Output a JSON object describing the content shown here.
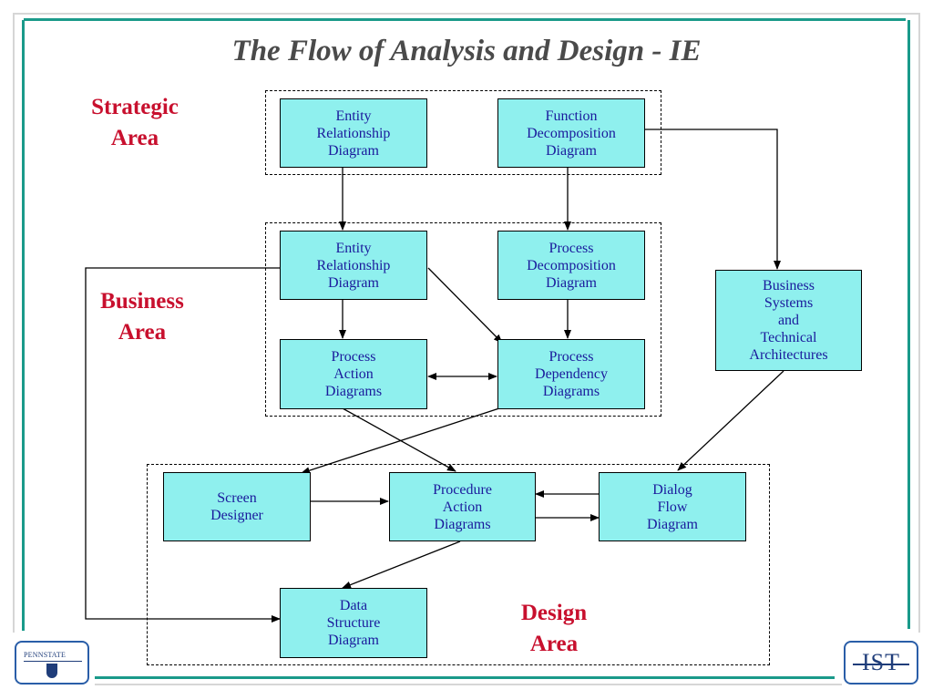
{
  "title": "The Flow of Analysis and Design - IE",
  "areas": {
    "strategic": [
      "Strategic",
      "Area"
    ],
    "business": [
      "Business",
      "Area"
    ],
    "design": [
      "Design",
      "Area"
    ]
  },
  "boxes": {
    "erd_strategic": [
      "Entity",
      "Relationship",
      "Diagram"
    ],
    "function_decomposition": [
      "Function",
      "Decomposition",
      "Diagram"
    ],
    "erd_business": [
      "Entity",
      "Relationship",
      "Diagram"
    ],
    "process_decomposition": [
      "Process",
      "Decomposition",
      "Diagram"
    ],
    "process_action": [
      "Process",
      "Action",
      "Diagrams"
    ],
    "process_dependency": [
      "Process",
      "Dependency",
      "Diagrams"
    ],
    "business_systems": [
      "Business",
      "Systems",
      "and",
      "Technical",
      "Architectures"
    ],
    "screen_designer": [
      "Screen",
      "Designer"
    ],
    "procedure_action": [
      "Procedure",
      "Action",
      "Diagrams"
    ],
    "dialog_flow": [
      "Dialog",
      "Flow",
      "Diagram"
    ],
    "data_structure": [
      "Data",
      "Structure",
      "Diagram"
    ]
  },
  "logos": {
    "left_text": "PENNSTATE",
    "right_text": "IST"
  },
  "colors": {
    "box_fill": "#8ff0ee",
    "box_text": "#1a1a9c",
    "area_label": "#c8102e",
    "frame_teal": "#1a9a8a",
    "logo_blue": "#2a5ea8"
  }
}
